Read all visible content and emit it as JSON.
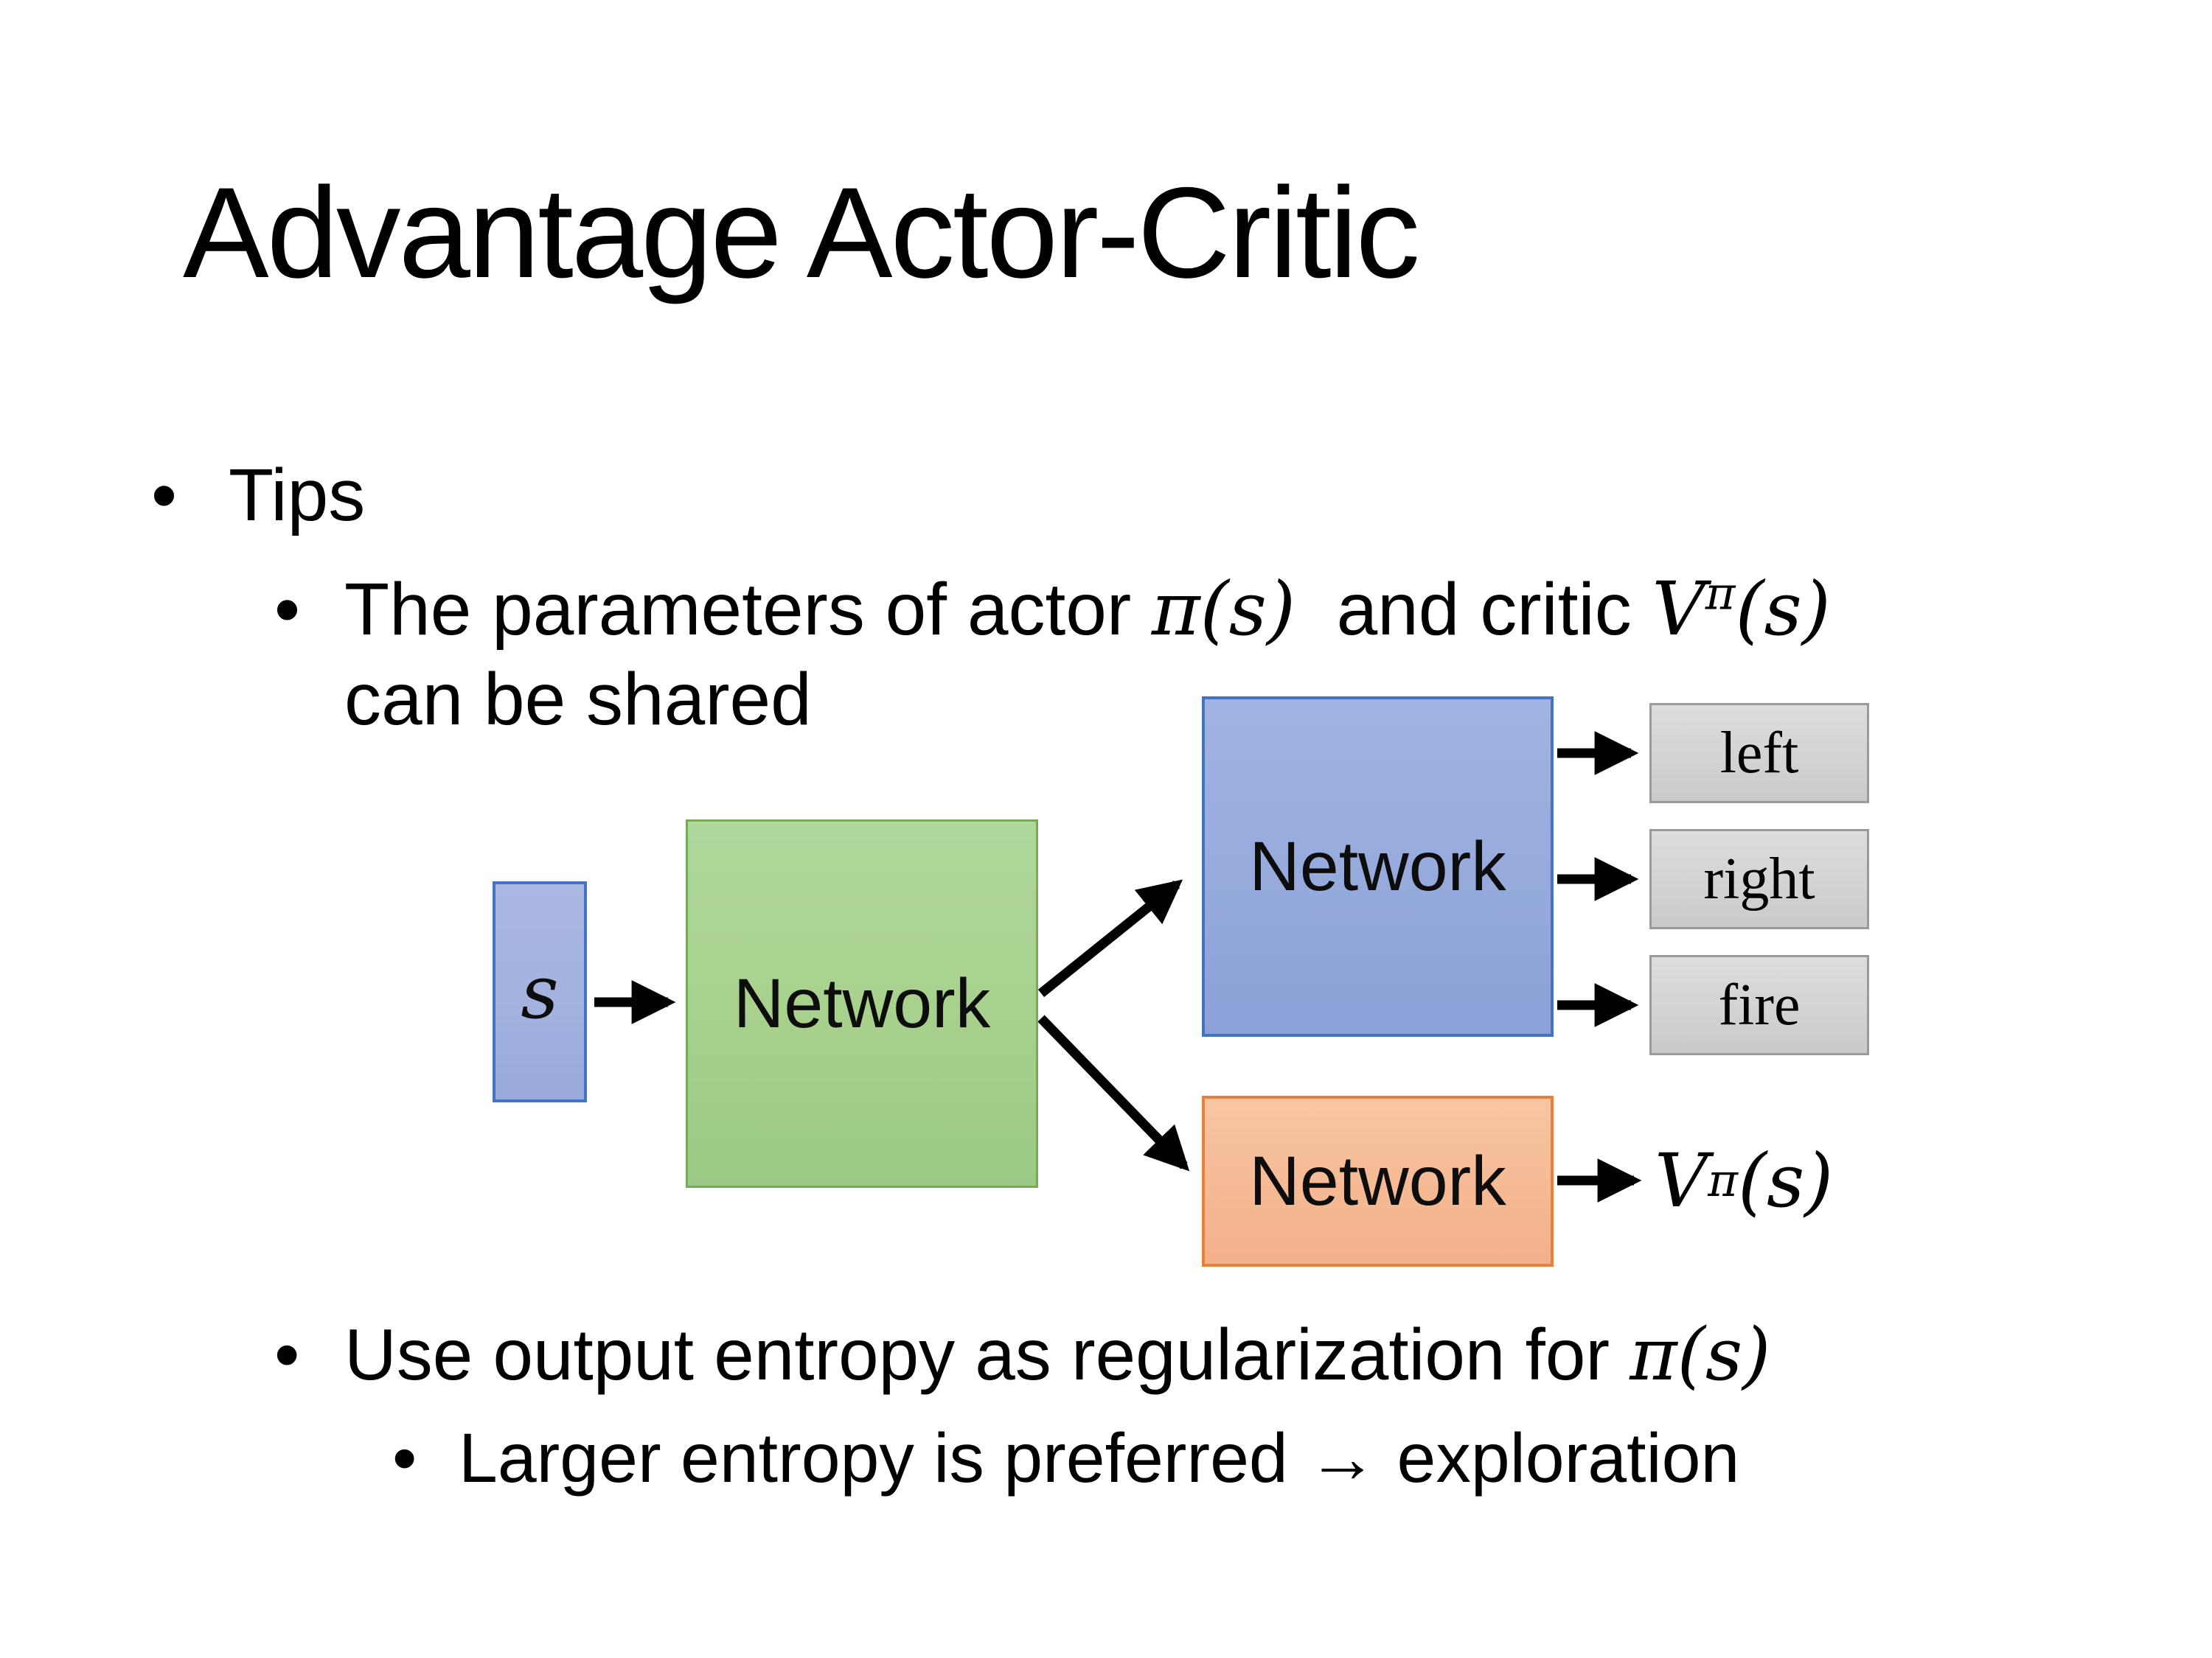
{
  "slide": {
    "title": "Advantage Actor-Critic",
    "bullet_char": "•",
    "tips_label": "Tips",
    "param": {
      "pre": "The parameters of actor ",
      "actor_formula": "π(s)",
      "mid": "  and critic ",
      "critic_base": "V",
      "critic_sup": "π",
      "critic_args": "(s)",
      "line2": "can be shared"
    },
    "entropy": {
      "pre": "Use output entropy as regularization for ",
      "formula": "π(s)"
    },
    "larger_label": "Larger entropy is preferred → exploration",
    "diagram": {
      "state_label": "s",
      "shared_label": "Network",
      "actor_label": "Network",
      "critic_label": "Network",
      "actions": [
        "left",
        "right",
        "fire"
      ],
      "critic_out_base": "V",
      "critic_out_sup": "π",
      "critic_out_args": "(s)"
    },
    "colors": {
      "blue_fill": "#96AADC",
      "blue_border": "#4472C4",
      "green_fill": "#A9D18E",
      "green_border": "#74AD51",
      "orange_fill": "#F4B183",
      "orange_border": "#ED7D31",
      "gray_fill": "#D2D4D4",
      "gray_border": "#9A9A9A",
      "arrow": "#000000"
    }
  }
}
